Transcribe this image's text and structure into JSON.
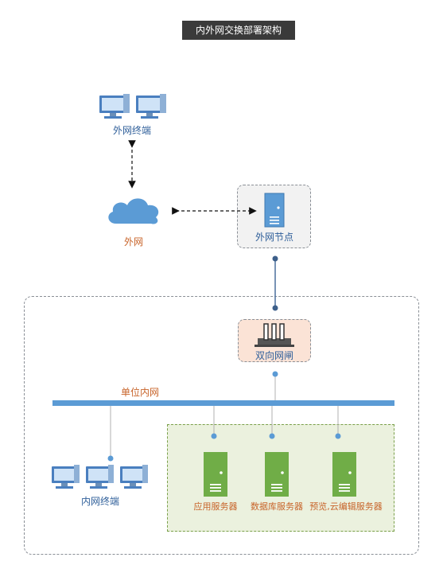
{
  "title": "内外网交换部署架构",
  "nodes": {
    "external_terminals": "外网终端",
    "external_network": "外网",
    "external_node": "外网节点",
    "gateway": "双向网闸",
    "intranet_bus": "单位内网",
    "internal_terminals": "内网终端",
    "servers": [
      "应用服务器",
      "数据库服务器",
      "预览,云编辑服务器"
    ]
  },
  "colors": {
    "accent_blue": "#5b9bd5",
    "label_blue": "#2f5f9a",
    "label_orange": "#c8642a",
    "server_green": "#70ad47",
    "zone_fill": "#ebf1de",
    "gate_fill": "#fbe3d6"
  }
}
